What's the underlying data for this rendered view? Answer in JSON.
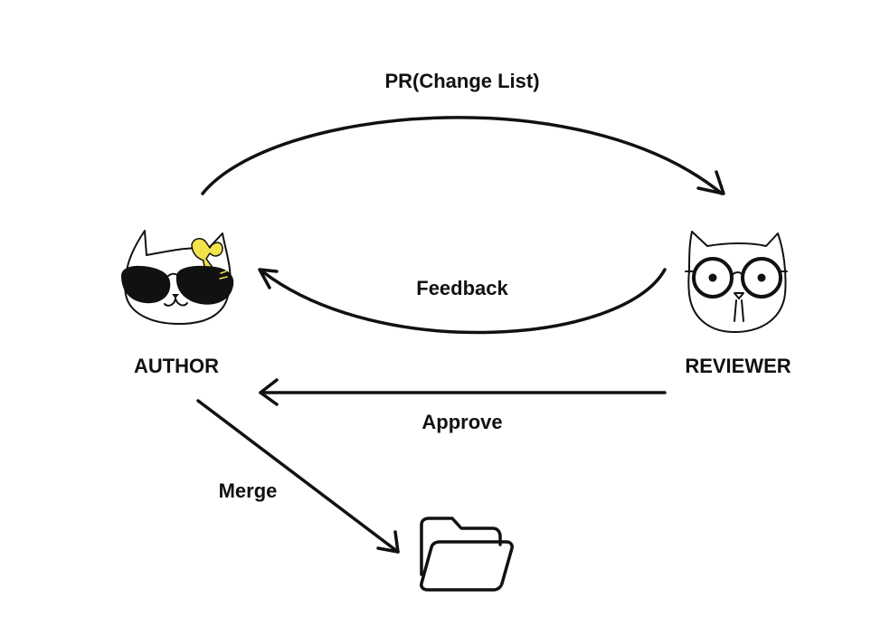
{
  "labels": {
    "pr": "PR(Change List)",
    "feedback": "Feedback",
    "approve": "Approve",
    "merge": "Merge",
    "author": "AUTHOR",
    "reviewer": "REVIEWER"
  },
  "icons": {
    "author": "cat-with-sunglasses-and-bow-icon",
    "reviewer": "cat-with-round-glasses-icon",
    "repository": "folder-icon"
  },
  "colors": {
    "ink": "#111111",
    "bow": "#f2e34a",
    "background": "#ffffff"
  }
}
